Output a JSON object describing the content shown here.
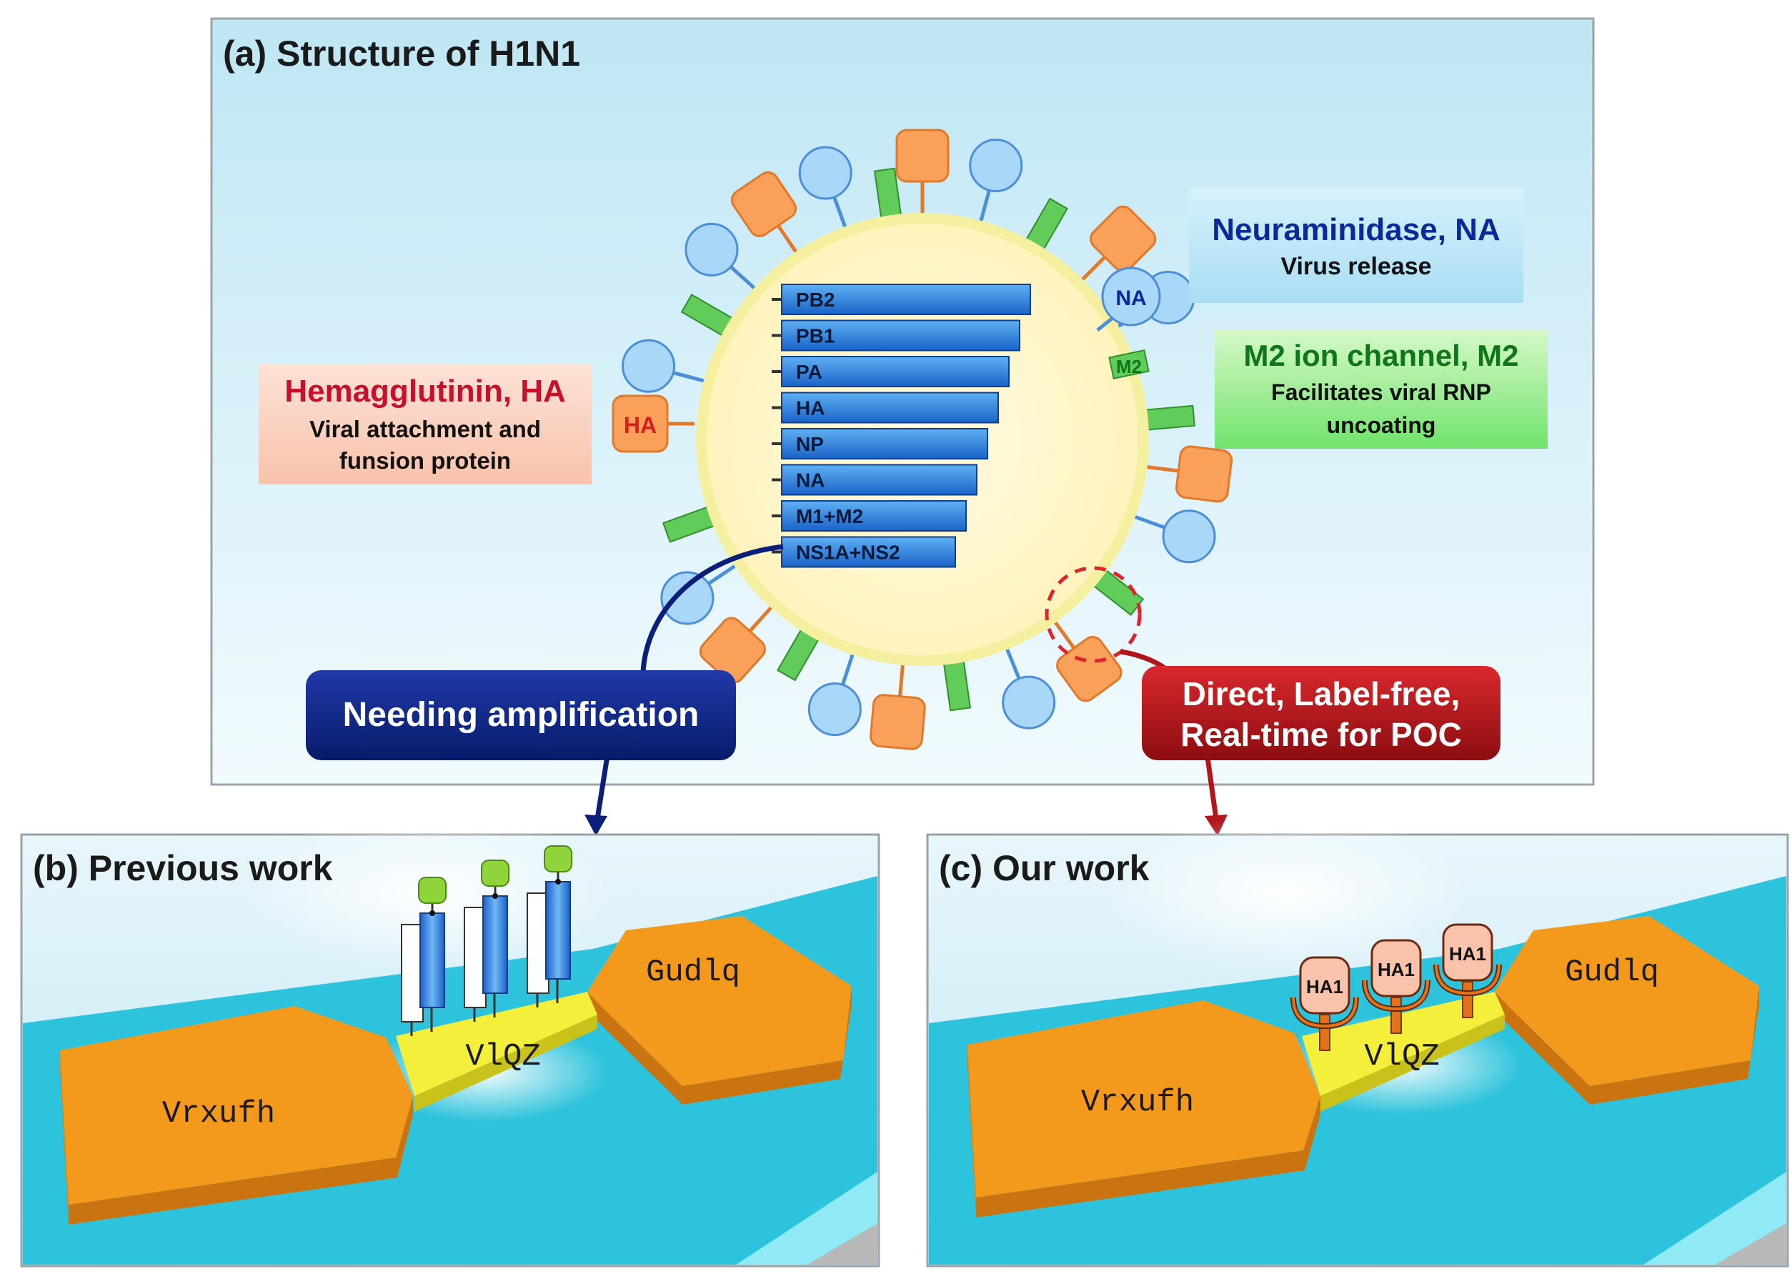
{
  "panel_a": {
    "title": "(a) Structure of H1N1",
    "segments": [
      "PB2",
      "PB1",
      "PA",
      "HA",
      "NP",
      "NA",
      "M1+M2",
      "NS1A+NS2"
    ],
    "protein_tags": {
      "ha": "HA",
      "na": "NA",
      "m2": "M2"
    },
    "na_box": {
      "title": "Neuraminidase, NA",
      "desc": "Virus release"
    },
    "m2_box": {
      "title": "M2 ion channel, M2",
      "desc_line1": "Facilitates viral RNP",
      "desc_line2": "uncoating"
    },
    "ha_box": {
      "title": "Hemagglutinin, HA",
      "desc_line1": "Viral attachment and",
      "desc_line2": "funsion protein"
    },
    "callout_left": "Needing amplification",
    "callout_right_line1": "Direct, Label-free,",
    "callout_right_line2": "Real-time for POC"
  },
  "panel_b": {
    "title": "(b) Previous work",
    "source": "Vrxufh",
    "drain": "Gudlq",
    "channel": "VlQZ"
  },
  "panel_c": {
    "title": "(c) Our work",
    "source": "Vrxufh",
    "drain": "Gudlq",
    "channel": "VlQZ",
    "receptor_label": "HA1"
  },
  "colors": {
    "dark_blue": "#0b1f7a",
    "dark_red": "#b0161b",
    "ha_red": "#c8102e",
    "na_blue": "#0b2a9a",
    "m2_green": "#1a7a1a",
    "electrode_orange": "#f39a1c",
    "substrate_cyan": "#2ec3dc",
    "channel_yellow": "#f4ef3a"
  }
}
